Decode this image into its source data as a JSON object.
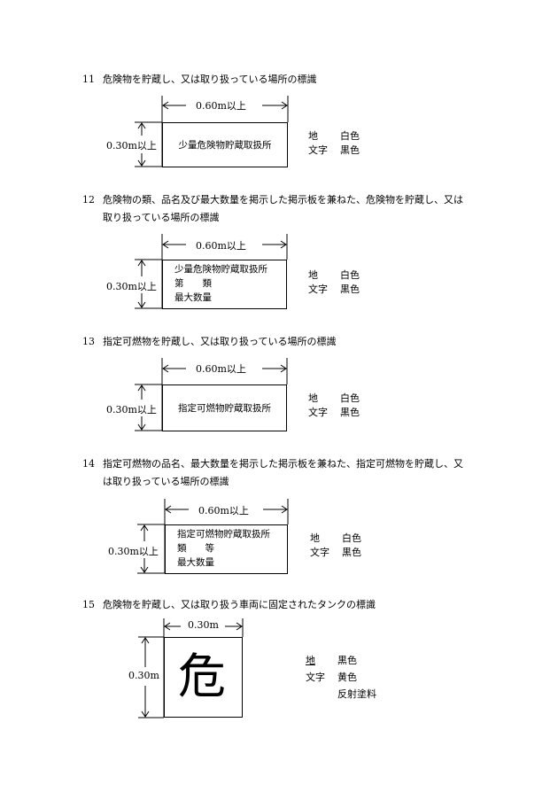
{
  "sections": [
    {
      "number": "11",
      "heading_lines": [
        "危険物を貯蔵し、又は取り扱っている場所の標識"
      ],
      "width_label": "0.60m以上",
      "height_label": "0.30m以上",
      "sign_lines": [
        "少量危険物貯蔵取扱所"
      ],
      "legend": [
        {
          "key": "地",
          "value": "白色"
        },
        {
          "key": "文字",
          "value": "黒色"
        }
      ]
    },
    {
      "number": "12",
      "heading_lines": [
        "危険物の類、品名及び最大数量を掲示した掲示板を兼ねた、危険物を貯蔵し、又は",
        "取り扱っている場所の標識"
      ],
      "width_label": "0.60m以上",
      "height_label": "0.30m以上",
      "sign_lines": [
        "少量危険物貯蔵取扱所",
        "第　　類",
        "最大数量"
      ],
      "legend": [
        {
          "key": "地",
          "value": "白色"
        },
        {
          "key": "文字",
          "value": "黒色"
        }
      ]
    },
    {
      "number": "13",
      "heading_lines": [
        "指定可燃物を貯蔵し、又は取り扱っている場所の標識"
      ],
      "width_label": "0.60m以上",
      "height_label": "0.30m以上",
      "sign_lines": [
        "指定可燃物貯蔵取扱所"
      ],
      "legend": [
        {
          "key": "地",
          "value": "白色"
        },
        {
          "key": "文字",
          "value": "黒色"
        }
      ]
    },
    {
      "number": "14",
      "heading_lines": [
        "指定可燃物の品名、最大数量を掲示した掲示板を兼ねた、指定可燃物を貯蔵し、又",
        "は取り扱っている場所の標識"
      ],
      "width_label": "0.60m以上",
      "height_label": "0.30m以上",
      "sign_lines": [
        "指定可燃物貯蔵取扱所",
        "類　　等",
        "最大数量"
      ],
      "legend": [
        {
          "key": "地",
          "value": "白色"
        },
        {
          "key": "文字",
          "value": "黒色"
        }
      ]
    },
    {
      "number": "15",
      "heading_lines": [
        "危険物を貯蔵し、又は取り扱う車両に固定されたタンクの標識"
      ],
      "width_label": "0.30m",
      "height_label": "0.30m",
      "sign_lines": [
        "危"
      ],
      "legend": [
        {
          "key": "地",
          "value": "黒色"
        },
        {
          "key": "文字",
          "value": "黄色"
        },
        {
          "key": "",
          "value": "反射塗料"
        }
      ]
    }
  ]
}
